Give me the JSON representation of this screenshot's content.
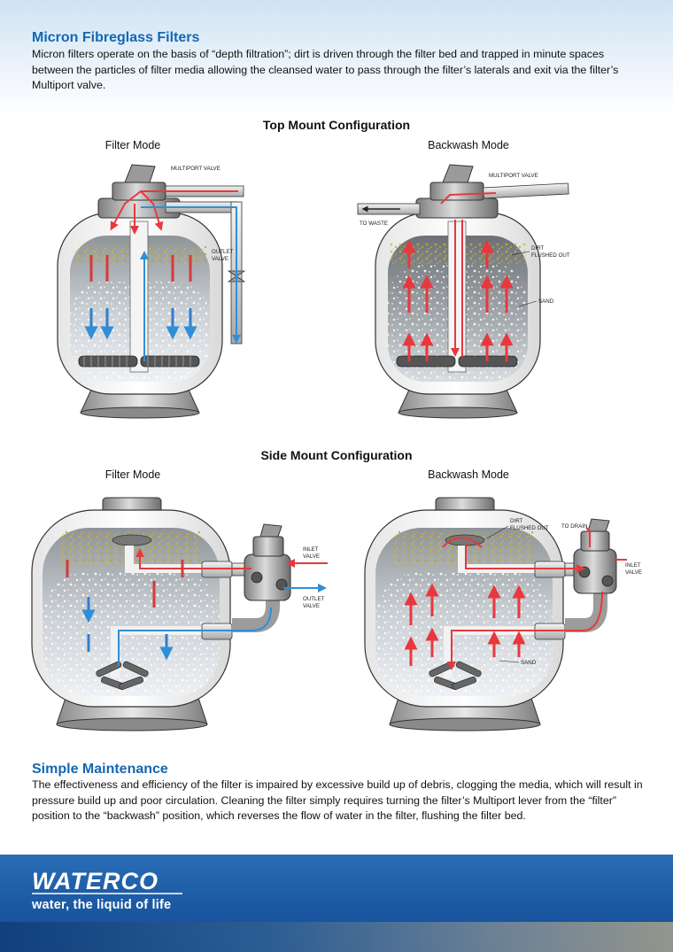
{
  "intro": {
    "title": "Micron Fibreglass Filters",
    "body": "Micron filters operate on the basis of “depth filtration”; dirt is driven through the filter bed and trapped in minute spaces between the particles of filter media allowing the cleansed water to pass through the filter’s laterals and exit via the filter’s Multiport valve."
  },
  "top_mount": {
    "title": "Top Mount Configuration",
    "filter_mode": {
      "label": "Filter Mode",
      "callouts": {
        "multiport": "MULTIPORT VALVE",
        "outlet_1": "OUTLET",
        "outlet_2": "VALVE"
      }
    },
    "backwash_mode": {
      "label": "Backwash Mode",
      "callouts": {
        "multiport": "MULTIPORT VALVE",
        "waste": "TO  WASTE",
        "dirt_1": "DIRT",
        "dirt_2": "FLUSHED OUT",
        "sand": "SAND"
      }
    }
  },
  "side_mount": {
    "title": "Side Mount Configuration",
    "filter_mode": {
      "label": "Filter Mode",
      "callouts": {
        "inlet_1": "INLET",
        "inlet_2": "VALVE",
        "outlet_1": "OUTLET",
        "outlet_2": "VALVE"
      }
    },
    "backwash_mode": {
      "label": "Backwash Mode",
      "callouts": {
        "dirt_1": "DIRT",
        "dirt_2": "FLUSHED OUT",
        "drain": "TO DRAIN",
        "inlet_1": "INLET",
        "inlet_2": "VALVE",
        "sand": "SAND"
      }
    }
  },
  "maintenance": {
    "title": "Simple Maintenance",
    "body": "The effectiveness and efficiency of the filter is impaired by excessive build up of debris, clogging the media, which will result in pressure build up and poor circulation. Cleaning the filter simply requires turning the filter’s Multiport lever from the “filter” position to the “backwash” position, which reverses the flow of water in the filter, flushing the filter bed."
  },
  "footer": {
    "logo_text": "WATERCO",
    "tagline": "water, the liquid of life"
  },
  "colors": {
    "heading_blue": "#1467b3",
    "flow_red": "#e8383d",
    "flow_blue": "#2f8fd6",
    "footer_blue": "#1a58a2"
  }
}
